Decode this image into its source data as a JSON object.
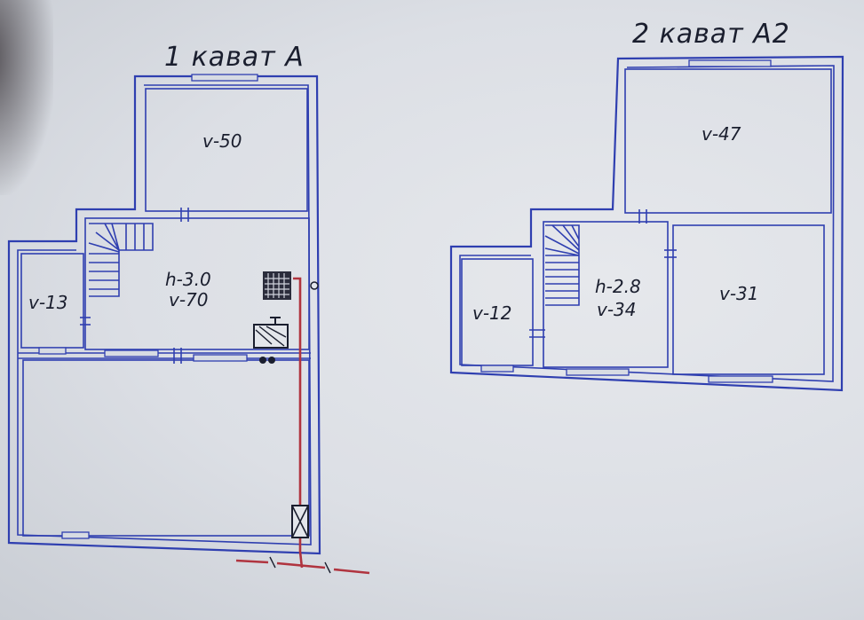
{
  "floors": [
    {
      "title": "1 кават А",
      "rooms": [
        {
          "label": "v-50"
        },
        {
          "label": "h-3.0",
          "sub": "v-70"
        },
        {
          "label": "v-13"
        }
      ]
    },
    {
      "title": "2 кават А2",
      "rooms": [
        {
          "label": "v-47"
        },
        {
          "label": "v-12"
        },
        {
          "label": "h-2.8",
          "sub": "v-34"
        },
        {
          "label": "v-31"
        }
      ]
    }
  ],
  "colors": {
    "walls": "#2f3fb0",
    "pipe": "#b0343f",
    "paper": "#e3e6eb"
  },
  "icons": [
    "stair-icon",
    "radiator-grille-icon",
    "boiler-icon",
    "meter-icon",
    "socket-icon"
  ]
}
